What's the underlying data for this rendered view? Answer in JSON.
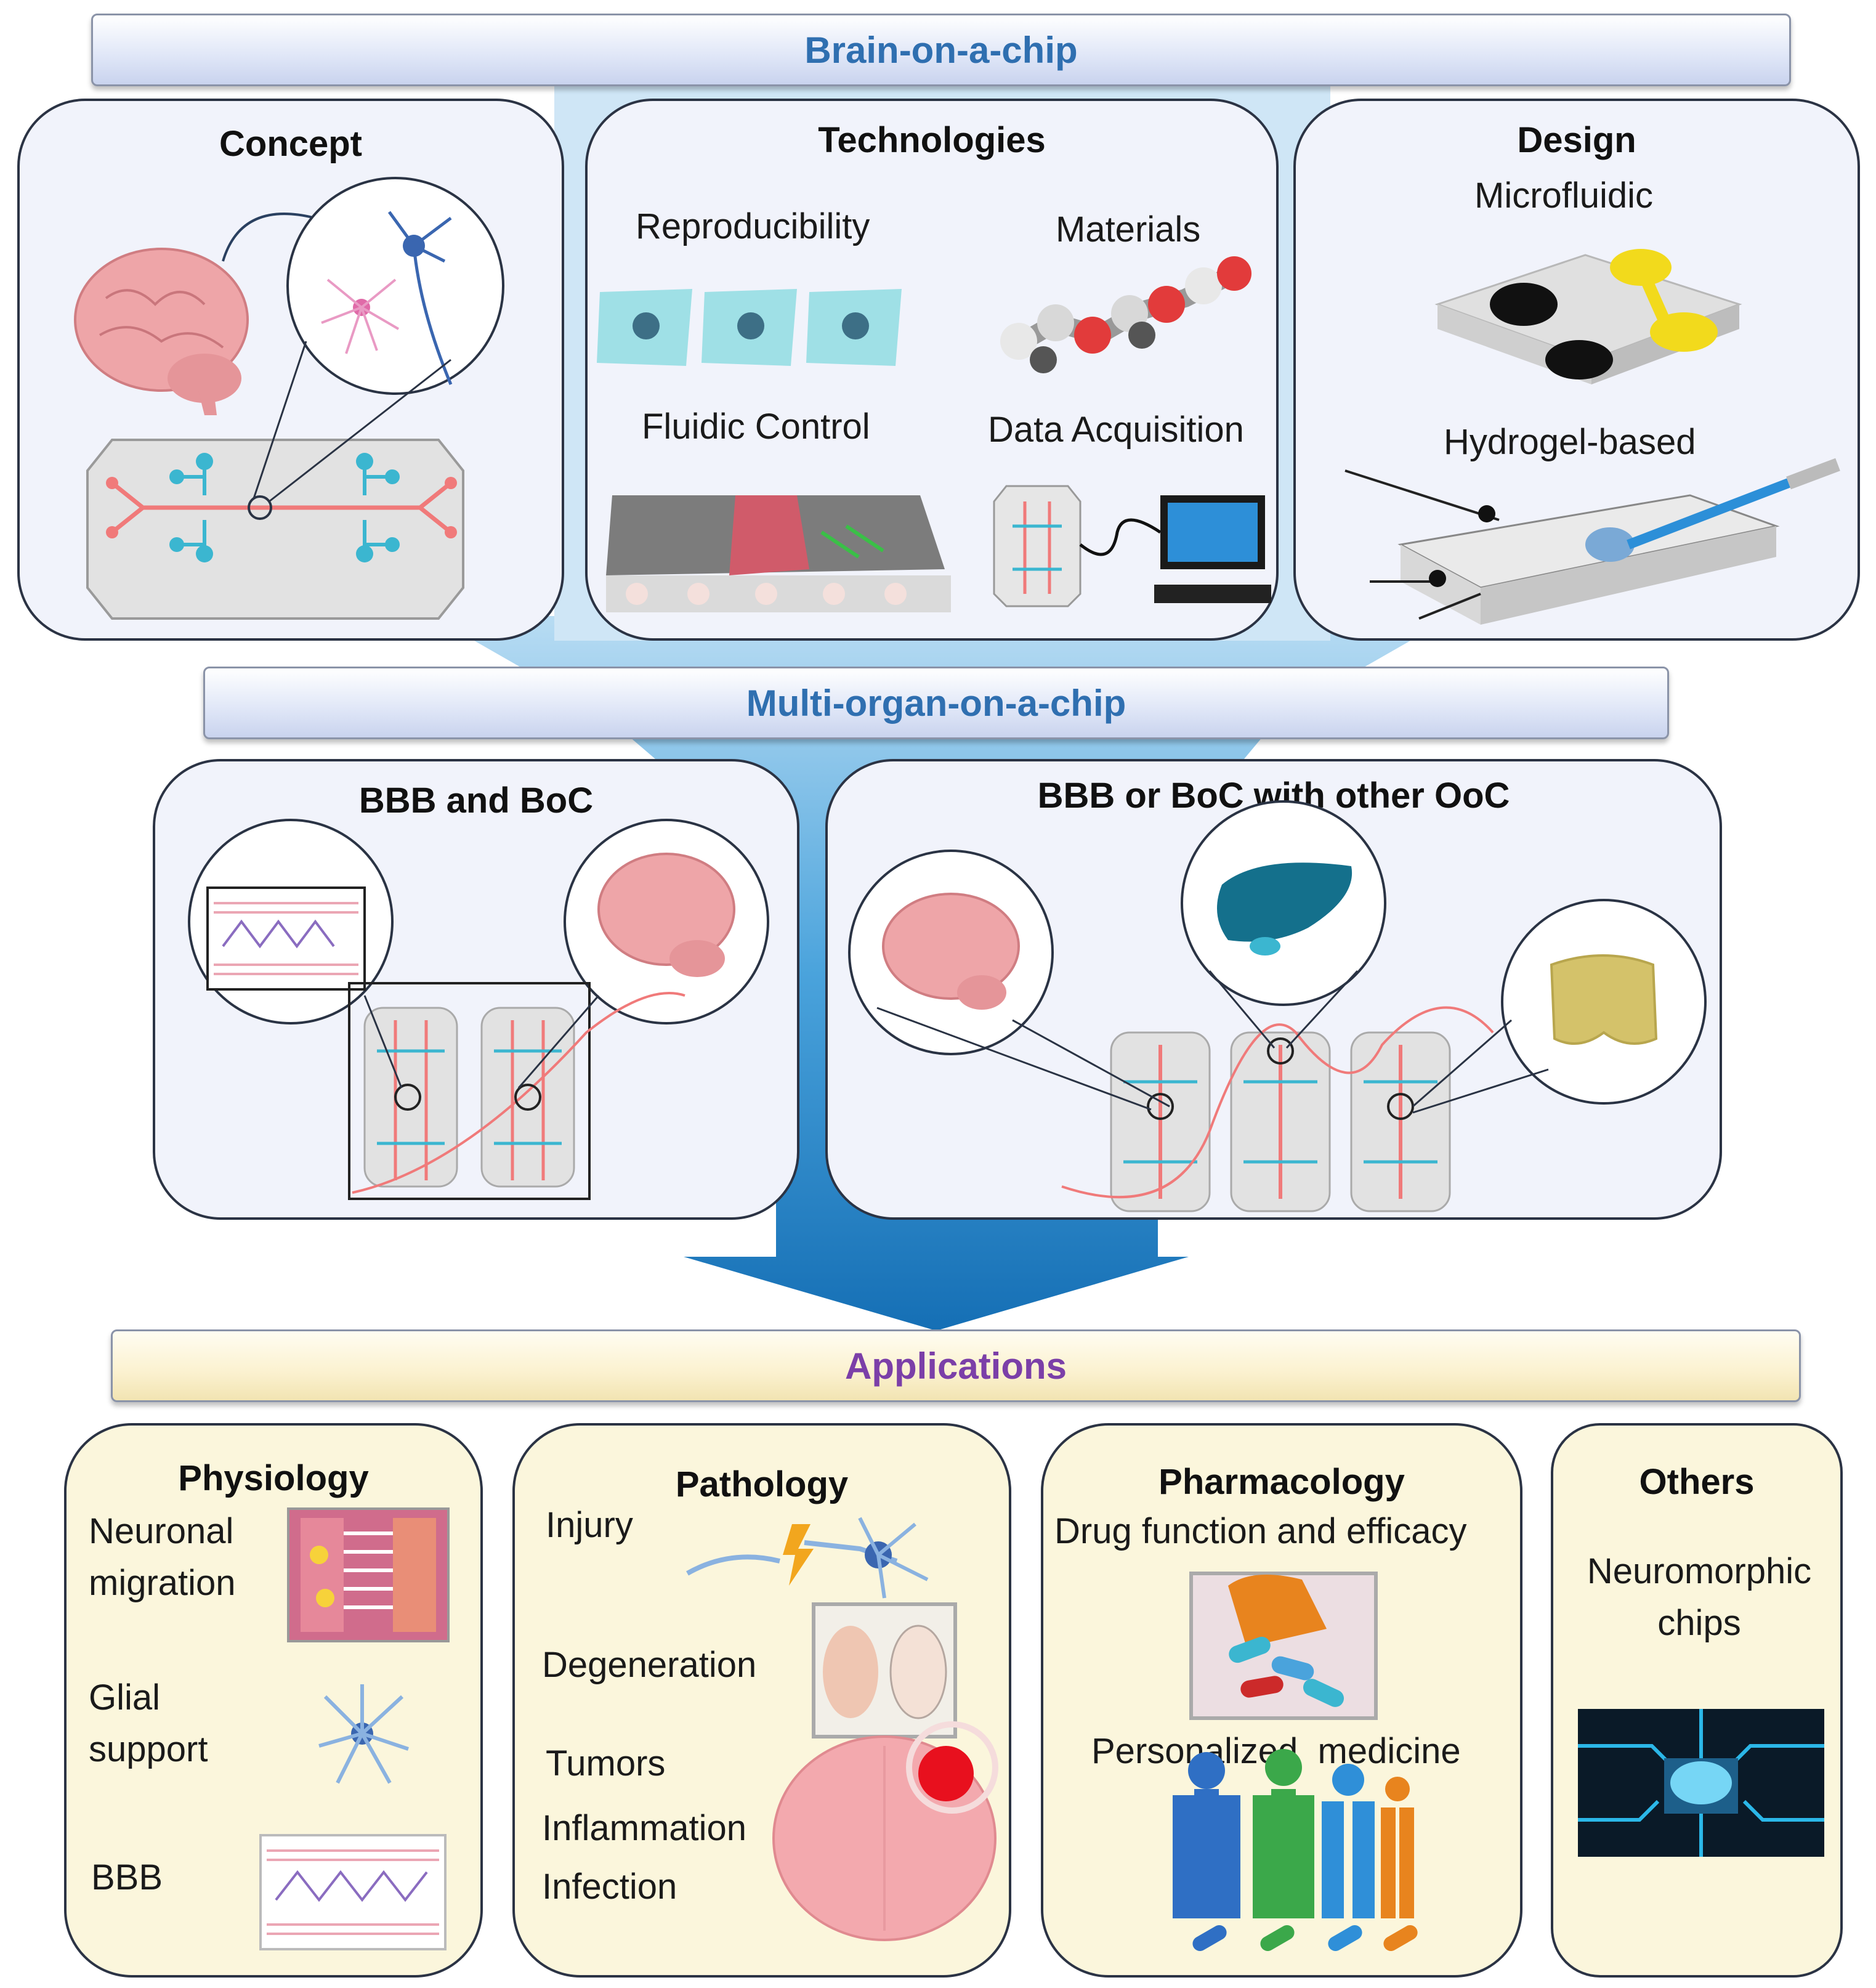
{
  "banners": {
    "brain_on_chip": "Brain-on-a-chip",
    "multi_organ": "Multi-organ-on-a-chip",
    "applications": "Applications"
  },
  "top": {
    "concept": {
      "title": "Concept"
    },
    "technologies": {
      "title": "Technologies",
      "reproducibility": "Reproducibility",
      "materials": "Materials",
      "fluidic_control": "Fluidic Control",
      "data_acquisition": "Data Acquisition"
    },
    "design": {
      "title": "Design",
      "microfluidic": "Microfluidic",
      "hydrogel": "Hydrogel-based"
    }
  },
  "middle": {
    "bbb_boc": {
      "title": "BBB and BoC"
    },
    "other_ooc": {
      "title": "BBB or BoC with other OoC"
    }
  },
  "apps": {
    "physiology": {
      "title": "Physiology",
      "neuronal": "Neuronal\nmigration",
      "glial": "Glial\nsupport",
      "bbb": "BBB"
    },
    "pathology": {
      "title": "Pathology",
      "injury": "Injury",
      "degeneration": "Degeneration",
      "tumors": "Tumors",
      "inflammation": "Inflammation",
      "infection": "Infection"
    },
    "pharmacology": {
      "title": "Pharmacology",
      "drug": "Drug function and efficacy",
      "personalized": "Personalized  medicine"
    },
    "others": {
      "title": "Others",
      "neuromorphic": "Neuromorphic\nchips"
    }
  },
  "colors": {
    "arrow": "#1f7fc4",
    "chip_red": "#f07a7a",
    "chip_blue": "#3bb6d0",
    "brain_pink": "#eea5a8",
    "liver": "#14708c",
    "intestine": "#d4c26a"
  }
}
